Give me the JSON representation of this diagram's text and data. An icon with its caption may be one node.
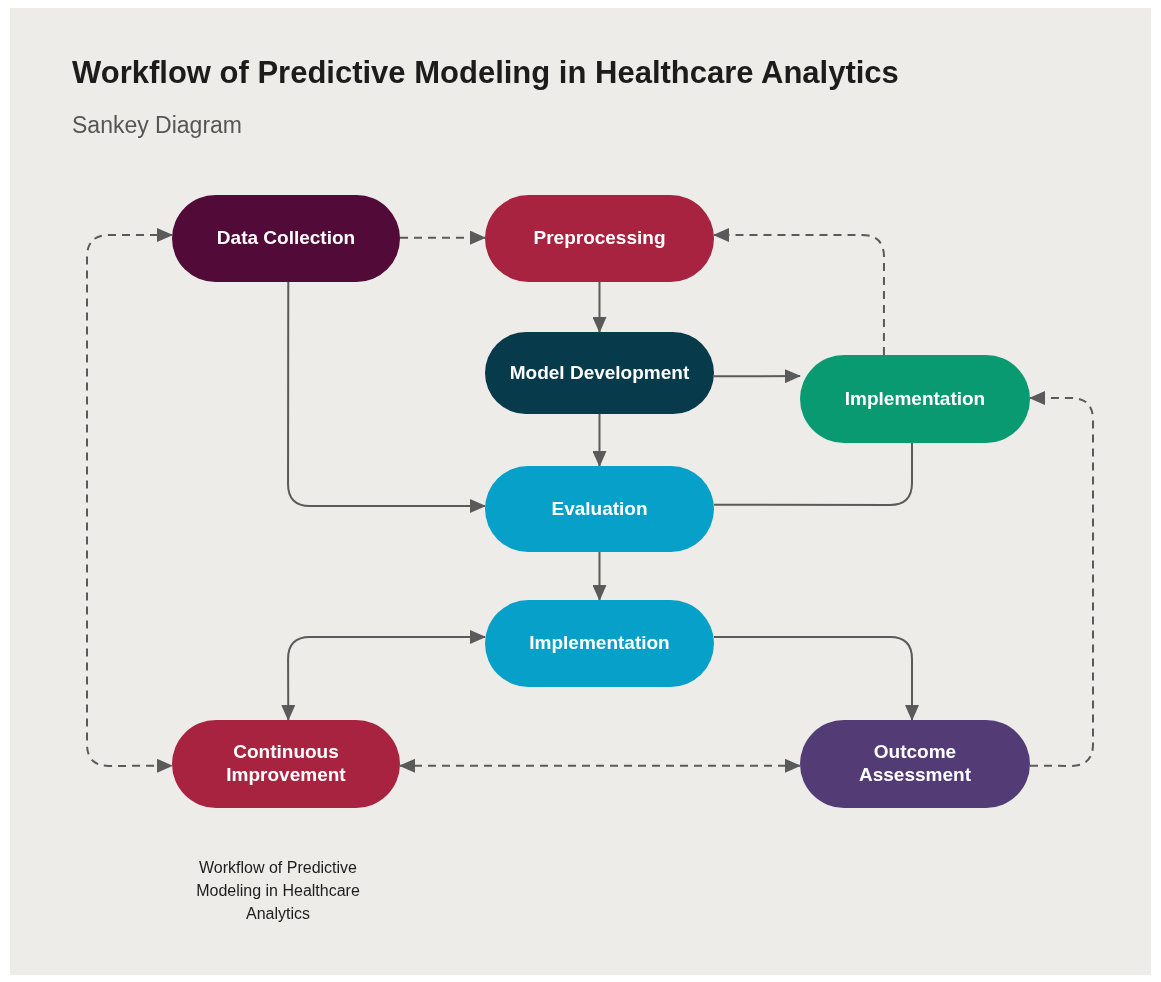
{
  "diagram": {
    "title": "Workflow of Predictive Modeling in Healthcare Analytics",
    "caption": "Workflow of Predictive Modeling in Healthcare Analytics",
    "nodes": [
      {
        "text": [
          "Data Collection"
        ]
      },
      {
        "text": [
          "Preprocessing"
        ]
      },
      {
        "text": [
          "Model Development"
        ]
      },
      {
        "text": [
          "Implementation"
        ]
      },
      {
        "text": [
          "Evaluation"
        ]
      },
      {
        "text": [
          "Implementation"
        ]
      },
      {
        "text": [
          "Continuous Improvement"
        ]
      },
      {
        "text": [
          "Outcome Assessment"
        ]
      }
    ],
    "edges": [
      {
        "from": 0,
        "to": 1,
        "arrow": "to",
        "style": "dashed"
      },
      {
        "from": 0,
        "to": 4,
        "arrow": "to"
      },
      {
        "from": 1,
        "to": 2,
        "arrow": "to"
      },
      {
        "from": 2,
        "to": 3,
        "arrow": "to"
      },
      {
        "from": 2,
        "to": 4,
        "arrow": "to"
      },
      {
        "from": 3,
        "to": 1,
        "arrow": "to",
        "style": "dashed"
      },
      {
        "from": 3,
        "to": 4,
        "arrow": "none"
      },
      {
        "from": 4,
        "to": 5,
        "arrow": "to"
      },
      {
        "from": 5,
        "to": 6,
        "arrow": "both"
      },
      {
        "from": 5,
        "to": 7,
        "arrow": "to"
      },
      {
        "from": 6,
        "to": 7,
        "arrow": "both",
        "style": "dashed"
      },
      {
        "from": 7,
        "to": 3,
        "arrow": "to",
        "style": "dashed"
      },
      {
        "from": 0,
        "to": 6,
        "arrow": "both",
        "style": "dashed"
      }
    ],
    "labels": [
      "Sankey Diagram"
    ]
  }
}
